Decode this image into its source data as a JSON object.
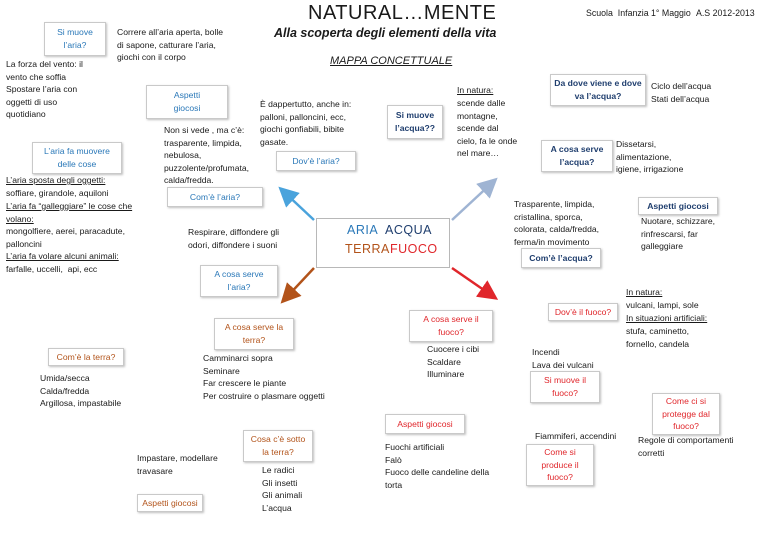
{
  "header": {
    "title": "NATURAL…MENTE",
    "subtitle": "Alla scoperta degli elementi della vita",
    "mappa": "MAPPA CONCETTUALE",
    "school": "Scuola  Infanzia 1° Maggio",
    "year": "A.S 2012-2013"
  },
  "center": {
    "aria": "ARIA",
    "acqua": "ACQUA",
    "terra": "TERRA",
    "fuoco": "FUOCO"
  },
  "colors": {
    "aria": "#2a78b8",
    "acqua": "#1f3e6e",
    "terra": "#b2531a",
    "fuoco": "#e0262b",
    "aspetti": "#7aa542"
  },
  "aria": {
    "si_muove_box": "Si muove\nl’aria?",
    "si_muove_text": "La forza del vento: il\nvento che soffia\nSpostare l’aria con\noggetti di uso\nquotidiano",
    "aspetti_box": "Aspetti\ngiocosi",
    "aspetti_text": "Correre all’aria aperta, bolle\ndi sapone, catturare l’aria,\ngiochi con il corpo",
    "muovere_box": "L’aria fa muovere\ndelle cose",
    "muovere_sub1": "L’aria sposta degli oggetti:",
    "muovere_text1": "soffiare, girandole, aquiloni",
    "muovere_sub2": "L’aria fa “galleggiare” le cose che\nvolano:",
    "muovere_text2": "mongolfiere, aerei, paracadute,\npalloncini",
    "muovere_sub3": "L’aria fa volare alcuni animali:",
    "muovere_text3": "farfalle, uccelli,  api, ecc",
    "come_text": "Non si vede , ma c’è:\ntrasparente, limpida,\nnebulosa,\npuzzolente/profumata,\ncalda/fredda.",
    "come_box": "Com’è l’aria?",
    "dove_text": "È dappertutto, anche in:\npalloni, palloncini, ecc,\ngiochi gonfiabili, bibite\ngasate.",
    "dove_box": "Dov’è l’aria?",
    "serve_text": "Respirare, diffondere gli\nodori, diffondere i suoni",
    "serve_box": "A cosa serve\nl’aria?"
  },
  "acqua": {
    "si_muove_box": "Si muove\nl’acqua??",
    "natura_head": "In natura:",
    "natura_text": "scende dalle\nmontagne,\nscende dal\ncielo, fa le onde\nnel mare…",
    "dove_box": "Da dove viene e dove\nva l’acqua?",
    "dove_text": "Ciclo dell’acqua\nStati dell’acqua",
    "serve_box": "A cosa serve\nl’acqua?",
    "serve_text": "Dissetarsi,\nalimentazione,\nigiene, irrigazione",
    "come_text": "Trasparente, limpida,\ncristallina, sporca,\ncolorata, calda/fredda,\nferma/in movimento",
    "come_box": "Com’è l’acqua?",
    "aspetti_box": "Aspetti giocosi",
    "aspetti_text": "Nuotare, schizzare,\nrinfrescarsi, far\ngalleggiare"
  },
  "terra": {
    "serve_box": "A cosa serve la\nterra?",
    "serve_text": "Camminarci sopra\nSeminare\nFar crescere le piante\nPer costruire o plasmare oggetti",
    "come_box": "Com’è la terra?",
    "come_text": "Umida/secca\nCalda/fredda\nArgillosa, impastabile",
    "sotto_box": "Cosa c’è sotto\nla terra?",
    "sotto_text": "Le radici\nGli insetti\nGli animali\nL’acqua",
    "aspetti_text": "Impastare, modellare\ntravasare",
    "aspetti_box": "Aspetti giocosi"
  },
  "fuoco": {
    "serve_box": "A cosa serve il\nfuoco?",
    "serve_text": "Cuocere i cibi\nScaldare\nIlluminare",
    "dove_box": "Dov’è il fuoco?",
    "dove_text": "Incendi\nLava dei vulcani",
    "natura_head": "In natura:",
    "natura_text": "vulcani, lampi, sole",
    "situazioni_head": "In situazioni artificiali:",
    "situazioni_text": "stufa, caminetto,\nfornello, candela",
    "si_muove_box": "Si muove il\nfuoco?",
    "protetti_box": "Come ci si\nprotegge dal\nfuoco?",
    "protetti_text": "Regole di comportamenti\ncorretti",
    "aspetti_box": "Aspetti giocosi",
    "aspetti_text": "Fuochi artificiali\nFalò\nFuoco delle candeline della\ntorta",
    "produce_head": "Fiammiferi, accendini",
    "produce_box": "Come si\nproduce il\nfuoco?"
  }
}
